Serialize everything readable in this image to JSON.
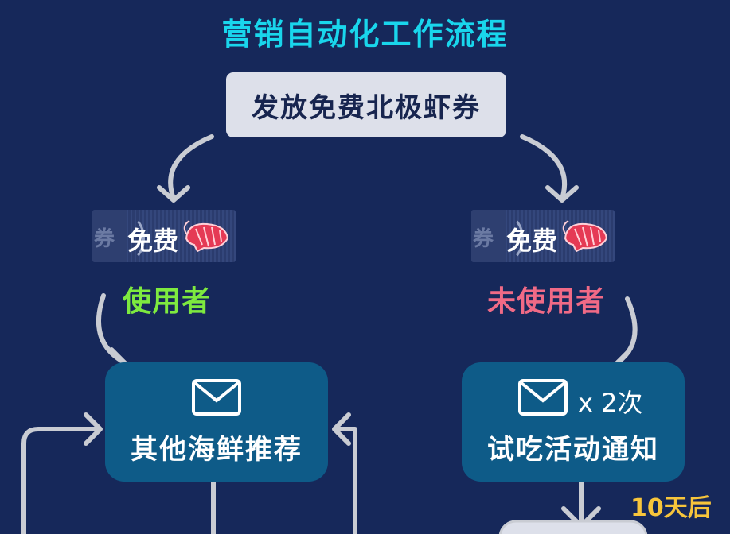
{
  "diagram": {
    "title": "营销自动化工作流程",
    "top_node": "发放免费北极虾券",
    "coupon_stub": "券",
    "coupon_text": "免费",
    "left_group": "使用者",
    "right_group": "未使用者",
    "left_node": "其他海鲜推荐",
    "right_node": "试吃活动通知",
    "repeat_label": "x 2次",
    "delay_label": "10天后"
  },
  "colors": {
    "background": "#16285a",
    "title": "#19d6ec",
    "top_box_text": "#17254f",
    "left_group": "#7eea3f",
    "right_group": "#f06a86",
    "node_fill": "#0e5b88",
    "arrow": "#c9ccd3",
    "delay": "#f7c53b"
  }
}
